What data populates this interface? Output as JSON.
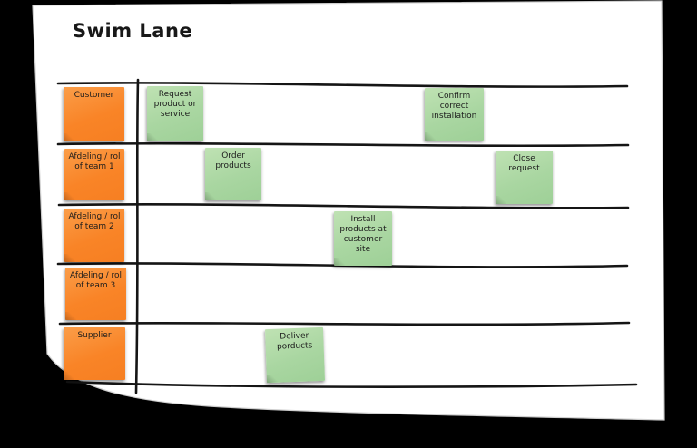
{
  "app": {
    "title": "Swim Lane"
  },
  "colors": {
    "background": "#000000",
    "paper": "#ffffff",
    "ink": "#151515",
    "lane_note": "#f98427",
    "task_note": "#a9d6a1"
  },
  "lanes": [
    {
      "label": "Customer"
    },
    {
      "label": "Afdeling / rol of team 1"
    },
    {
      "label": "Afdeling / rol of team 2"
    },
    {
      "label": "Afdeling / rol of team 3"
    },
    {
      "label": "Supplier"
    }
  ],
  "tasks": [
    {
      "label": "Request product or service",
      "lane": "Customer"
    },
    {
      "label": "Confirm correct installation",
      "lane": "Customer"
    },
    {
      "label": "Order products",
      "lane": "Afdeling / rol of team 1"
    },
    {
      "label": "Close request",
      "lane": "Afdeling / rol of team 1"
    },
    {
      "label": "Install products at customer site",
      "lane": "Afdeling / rol of team 2"
    },
    {
      "label": "Deliver porducts",
      "lane": "Supplier"
    }
  ]
}
